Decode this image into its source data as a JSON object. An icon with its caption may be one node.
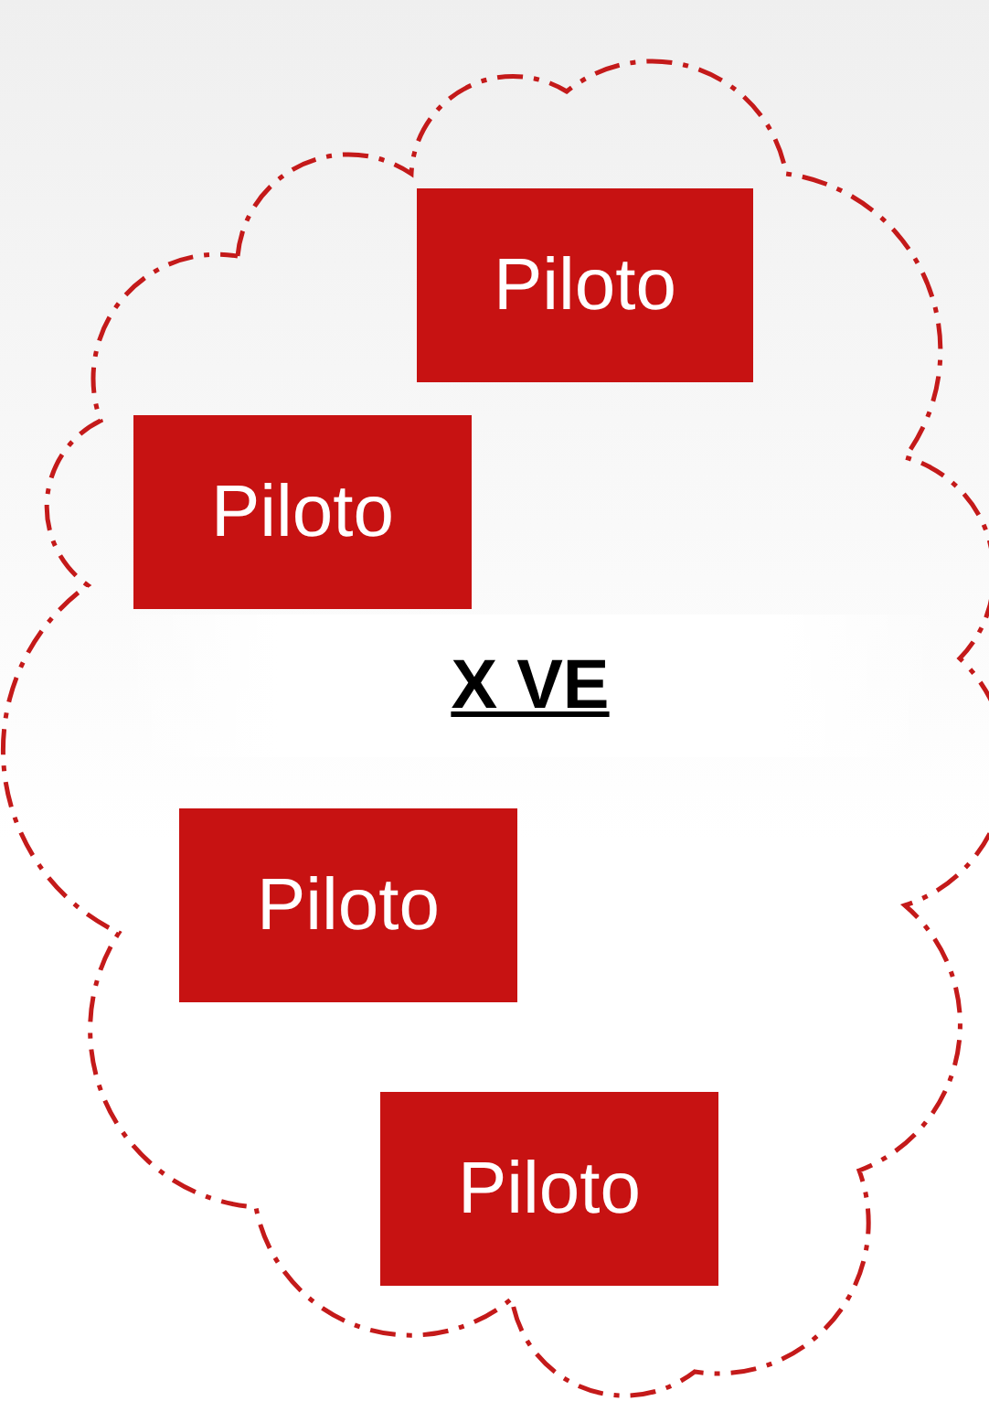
{
  "diagram": {
    "nodes": [
      {
        "text": [],
        "shape": "cloud"
      },
      {
        "text": [
          "Piloto"
        ],
        "in": 0
      },
      {
        "text": [
          "Piloto"
        ],
        "in": 0
      },
      {
        "text": [
          "X VE"
        ],
        "in": 0
      },
      {
        "text": [
          "Piloto"
        ],
        "in": 0
      },
      {
        "text": [
          "Piloto"
        ],
        "in": 0
      }
    ]
  }
}
